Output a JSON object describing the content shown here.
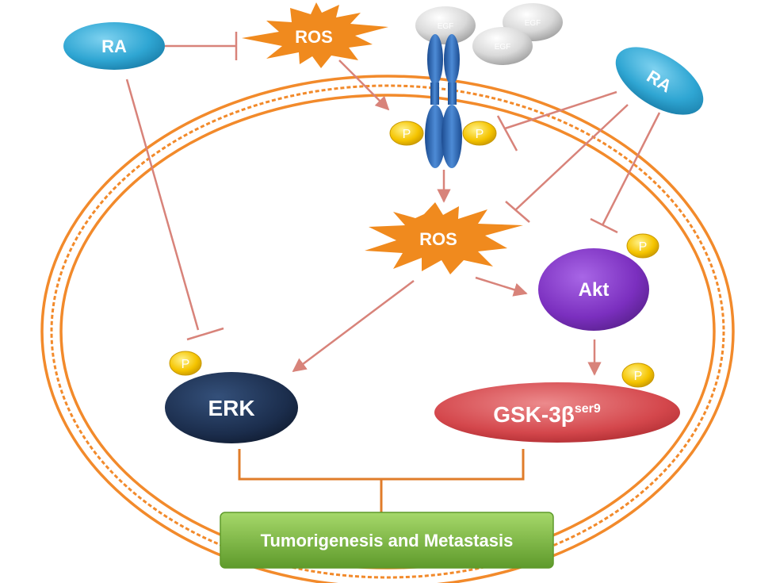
{
  "nodes": {
    "ra_top_left": "RA",
    "ra_top_right": "RA",
    "ros_top": "ROS",
    "ros_middle": "ROS",
    "akt": "Akt",
    "erk": "ERK",
    "gsk_base": "GSK-3β",
    "gsk_sup": "ser9",
    "outcome": "Tumorigenesis and Metastasis"
  },
  "ligands": [
    "EGF",
    "EGF",
    "EGF"
  ],
  "phospho_label": "P",
  "colors": {
    "membrane": "#f28a2b",
    "ra_blue": "#2fa6d3",
    "ros_orange": "#f08a1e",
    "receptor_blue": "#2a66b3",
    "phospho_yellow": "#f5c400",
    "akt_purple": "#7b2fbf",
    "erk_navy": "#1b2d4c",
    "gsk_red": "#d4474c",
    "outcome_green": "#7fb73f",
    "arrow": "#d8837a",
    "bracket": "#e07c2a"
  }
}
